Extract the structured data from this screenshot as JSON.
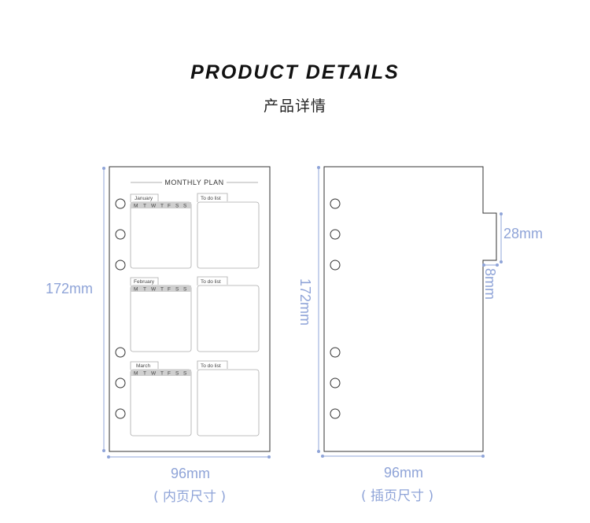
{
  "header": {
    "title": "PRODUCT DETAILS",
    "subtitle": "产品详情"
  },
  "inner_page": {
    "heading": "MONTHLY PLAN",
    "months": [
      "January",
      "February",
      "March"
    ],
    "weekdays": [
      "M",
      "T",
      "W",
      "T",
      "F",
      "S",
      "S"
    ],
    "todo_label": "To do list",
    "height_label": "172mm",
    "width_label": "96mm",
    "caption": "( 内页尺寸 )"
  },
  "divider_page": {
    "height_label": "172mm",
    "width_label": "96mm",
    "tab_height_label": "28mm",
    "tab_width_label": "8mm",
    "caption": "( 插页尺寸 )"
  },
  "colors": {
    "dimension": "#8fa4d8",
    "outline": "#333333",
    "box": "#aaaaaa",
    "weekday_bar": "#cfcfcf"
  }
}
